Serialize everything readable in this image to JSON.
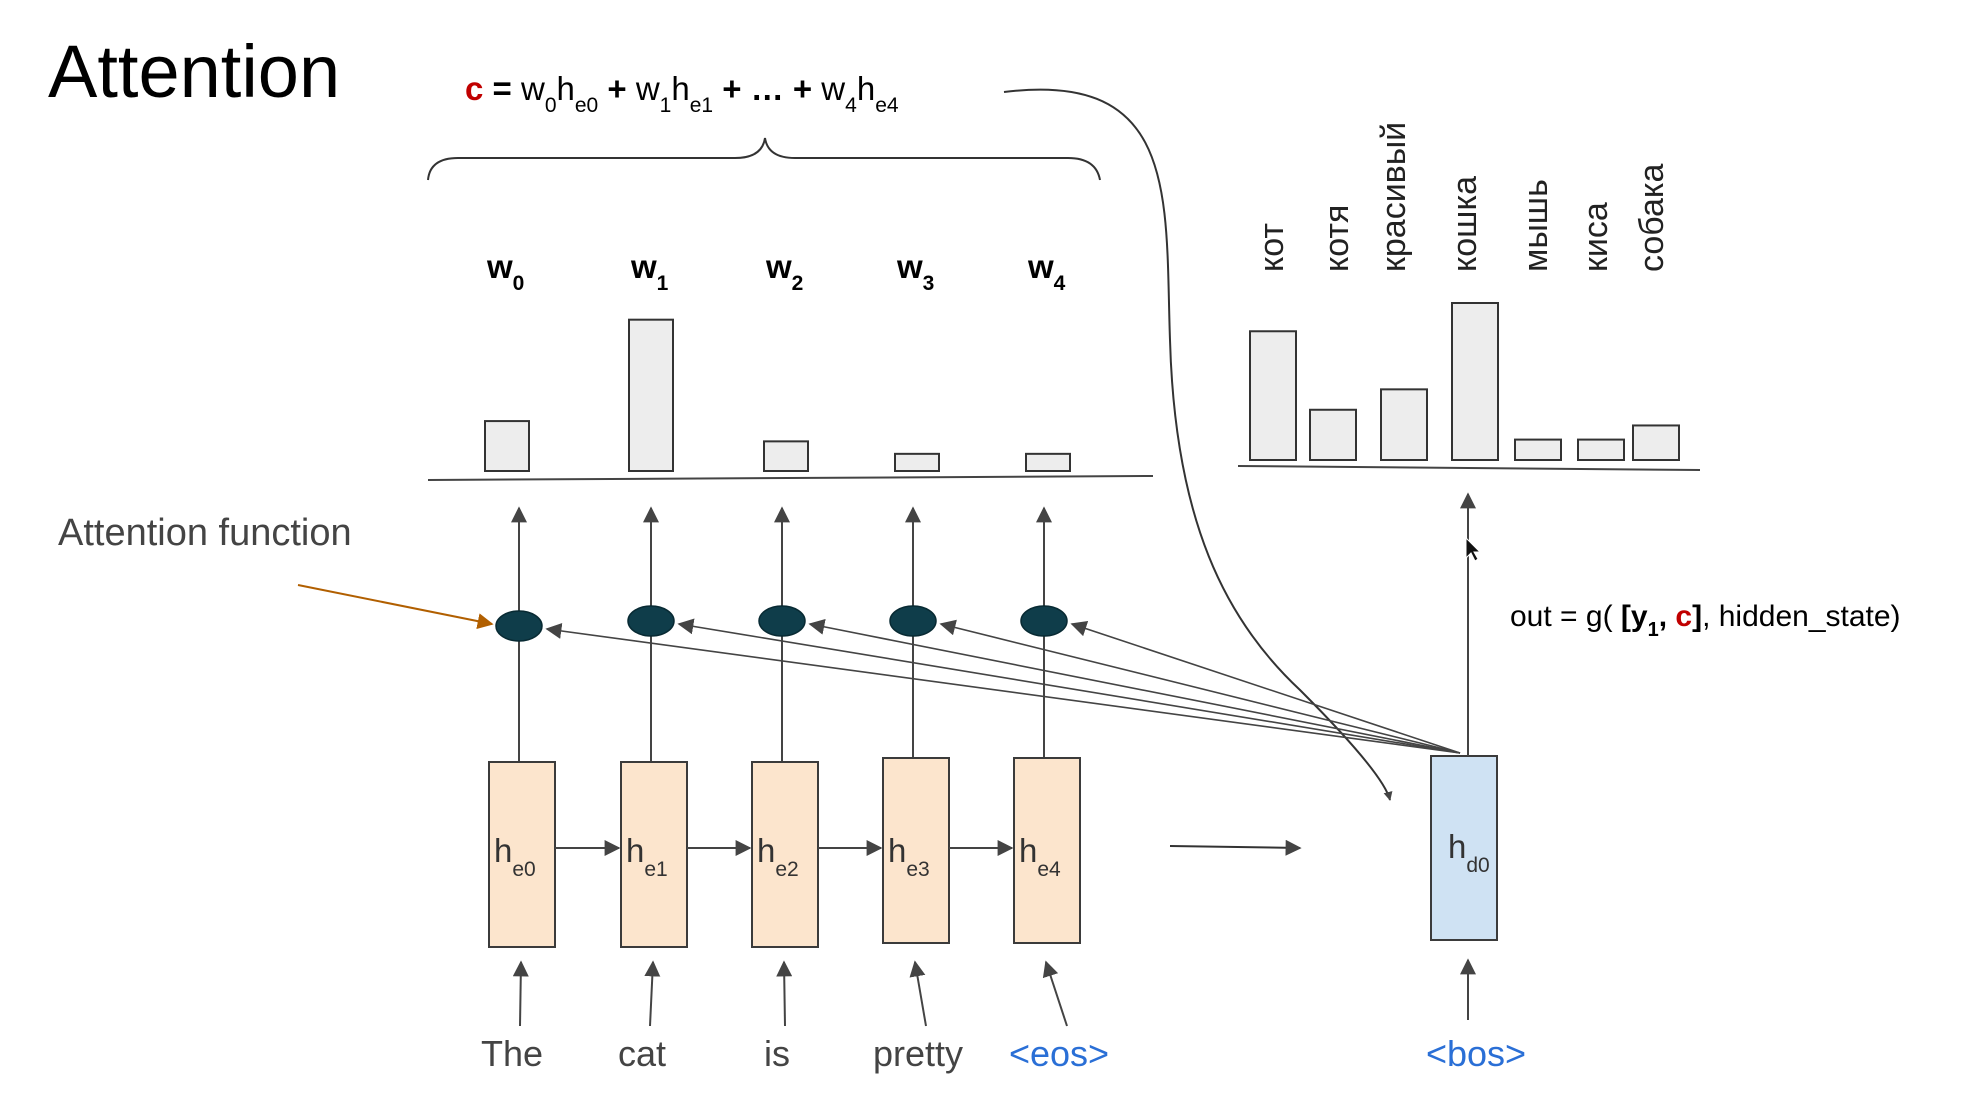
{
  "slide": {
    "title": "Attention",
    "formula": {
      "c": "c",
      "eq": " = ",
      "terms": [
        {
          "w": "w",
          "wsub": "0",
          "h": "h",
          "hsub": "e0"
        },
        {
          "w": "w",
          "wsub": "1",
          "h": "h",
          "hsub": "e1"
        }
      ],
      "plus": " + ",
      "ellipsis": "…",
      "last": {
        "w": "w",
        "wsub": "4",
        "h": "h",
        "hsub": "e4"
      }
    },
    "attention_label": "Attention function",
    "out_formula": {
      "prefix": "out = g( ",
      "bracket_open": "[",
      "y": "y",
      "ysub": "1",
      "comma": ", ",
      "c": "c",
      "bracket_close": "]",
      "suffix": ", hidden_state)"
    },
    "colors": {
      "c_accent": "#c00000",
      "special_token": "#2a6fd6",
      "encoder_fill": "#fce5cd",
      "encoder_stroke": "#3b3b3b",
      "decoder_fill": "#cfe2f3",
      "attn_node": "#0f3d4a",
      "attn_arrow": "#b15f00",
      "bar_fill": "#ededed"
    }
  },
  "chart_data": [
    {
      "type": "bar",
      "categories": [
        "w0",
        "w1",
        "w2",
        "w3",
        "w4"
      ],
      "labels": [
        {
          "w": "w",
          "sub": "0"
        },
        {
          "w": "w",
          "sub": "1"
        },
        {
          "w": "w",
          "sub": "2"
        },
        {
          "w": "w",
          "sub": "3"
        },
        {
          "w": "w",
          "sub": "4"
        }
      ],
      "values": [
        0.32,
        0.97,
        0.19,
        0.11,
        0.11
      ],
      "ylim": [
        0,
        1
      ]
    },
    {
      "type": "bar",
      "categories": [
        "кот",
        "котя",
        "красивый",
        "кошка",
        "мышь",
        "киса",
        "собака"
      ],
      "values": [
        0.82,
        0.32,
        0.45,
        1.0,
        0.13,
        0.13,
        0.22
      ],
      "ylim": [
        0,
        1
      ]
    }
  ],
  "encoder": {
    "cells": [
      {
        "h": "h",
        "sub": "e0"
      },
      {
        "h": "h",
        "sub": "e1"
      },
      {
        "h": "h",
        "sub": "e2"
      },
      {
        "h": "h",
        "sub": "e3"
      },
      {
        "h": "h",
        "sub": "e4"
      }
    ],
    "tokens": [
      "The",
      "cat",
      "is",
      "pretty",
      "<eos>"
    ]
  },
  "decoder": {
    "cell": {
      "h": "h",
      "sub": "d0"
    },
    "token": "<bos>"
  }
}
